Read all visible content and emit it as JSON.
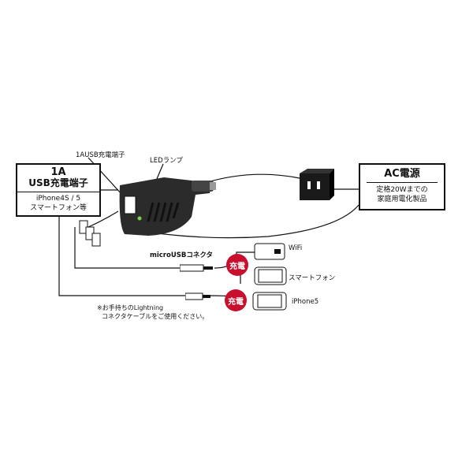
{
  "left_box": {
    "line1": "1A",
    "line2": "USB充電端子",
    "line3": "iPhone4S / 5",
    "line4": "スマートフォン等"
  },
  "right_box": {
    "title": "AC電源",
    "line1": "定格20Wまでの",
    "line2": "家庭用電化製品"
  },
  "callouts": {
    "usb_port": "1AUSB充電端子",
    "led": "LEDランプ",
    "micro_usb": "microUSBコネクタ"
  },
  "devices": [
    {
      "label": "WiFi"
    },
    {
      "label": "スマートフォン"
    },
    {
      "label": "iPhone5"
    }
  ],
  "charge_badge": "充電",
  "note": {
    "line1": "※お手持ちのLightning",
    "line2": "コネクタケーブルをご使用ください。"
  },
  "colors": {
    "badge": "#c8102e",
    "device_body": "#2b2b2b",
    "led": "#7cd34a"
  }
}
